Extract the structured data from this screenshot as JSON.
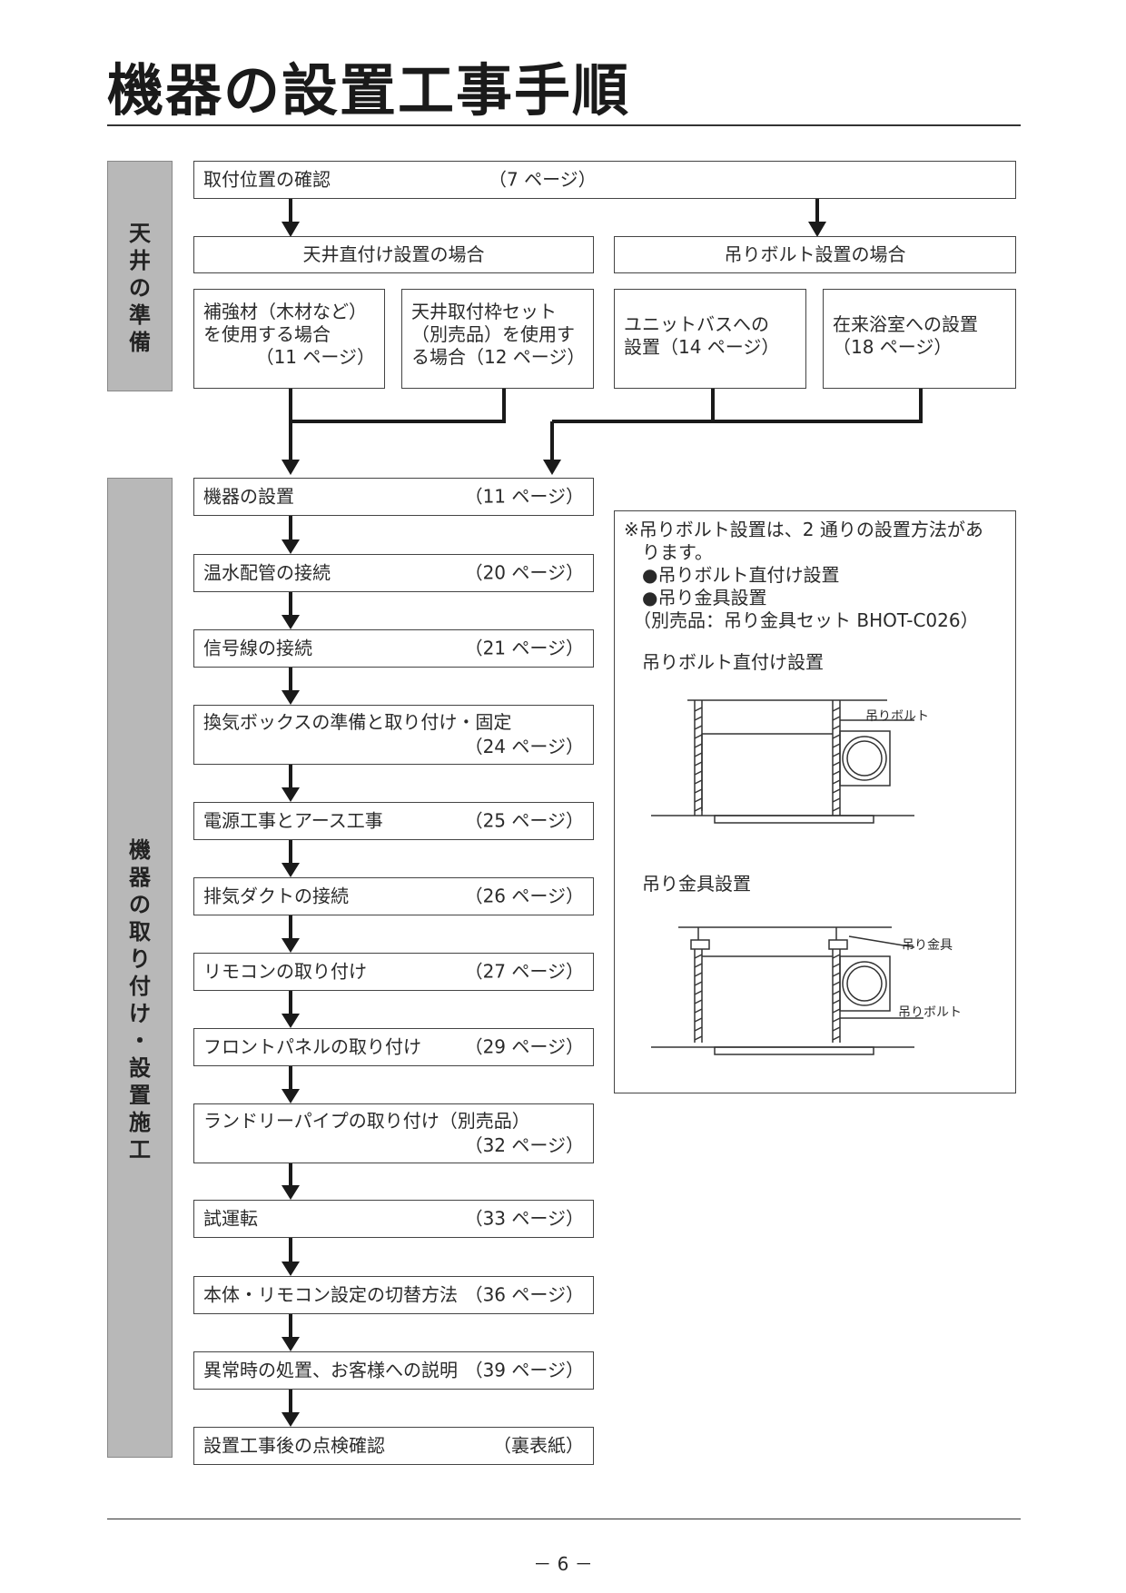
{
  "title": "機器の設置工事手順",
  "side_labels": {
    "prep": [
      "天",
      "井",
      "の",
      "準",
      "備"
    ],
    "install": [
      "機",
      "器",
      "の",
      "取",
      "り",
      "付",
      "け",
      "・",
      "設",
      "置",
      "施",
      "工"
    ]
  },
  "top_step": {
    "label": "取付位置の確認",
    "page": "（7 ページ）"
  },
  "branches": {
    "direct": "天井直付け設置の場合",
    "bolt": "吊りボルト設置の場合"
  },
  "options": [
    {
      "lines": [
        "補強材（木材など）",
        "を使用する場合",
        "（11 ページ）"
      ]
    },
    {
      "lines": [
        "天井取付枠セット",
        "（別売品）を使用す",
        "る場合（12 ページ）"
      ]
    },
    {
      "lines": [
        "ユニットバスへの",
        "設置（14 ページ）"
      ]
    },
    {
      "lines": [
        "在来浴室への設置",
        "（18 ページ）"
      ]
    }
  ],
  "steps": [
    {
      "label": "機器の設置",
      "page": "（11 ページ）"
    },
    {
      "label": "温水配管の接続",
      "page": "（20 ページ）"
    },
    {
      "label": "信号線の接続",
      "page": "（21 ページ）"
    },
    {
      "label": "換気ボックスの準備と取り付け・固定",
      "page": "（24 ページ）"
    },
    {
      "label": "電源工事とアース工事",
      "page": "（25 ページ）"
    },
    {
      "label": "排気ダクトの接続",
      "page": "（26 ページ）"
    },
    {
      "label": "リモコンの取り付け",
      "page": "（27 ページ）"
    },
    {
      "label": "フロントパネルの取り付け",
      "page": "（29 ページ）"
    },
    {
      "label": "ランドリーパイプの取り付け（別売品）",
      "page": "（32 ページ）"
    },
    {
      "label": "試運転",
      "page": "（33 ページ）"
    },
    {
      "label": "本体・リモコン設定の切替方法",
      "page": "（36 ページ）"
    },
    {
      "label": "異常時の処置、お客様への説明",
      "page": "（39 ページ）"
    },
    {
      "label": "設置工事後の点検確認",
      "page": "（裏表紙）"
    }
  ],
  "note": {
    "lines": [
      "※吊りボルト設置は、2 通りの設置方法があ",
      "　ります。",
      "　●吊りボルト直付け設置",
      "　●吊り金具設置",
      "　（別売品：吊り金具セット BHOT-C026）"
    ],
    "diagram1_title": "吊りボルト直付け設置",
    "diagram1_label": "吊りボルト",
    "diagram2_title": "吊り金具設置",
    "diagram2_label_a": "吊り金具",
    "diagram2_label_b": "吊りボルト"
  },
  "page_number": "－ 6 －"
}
